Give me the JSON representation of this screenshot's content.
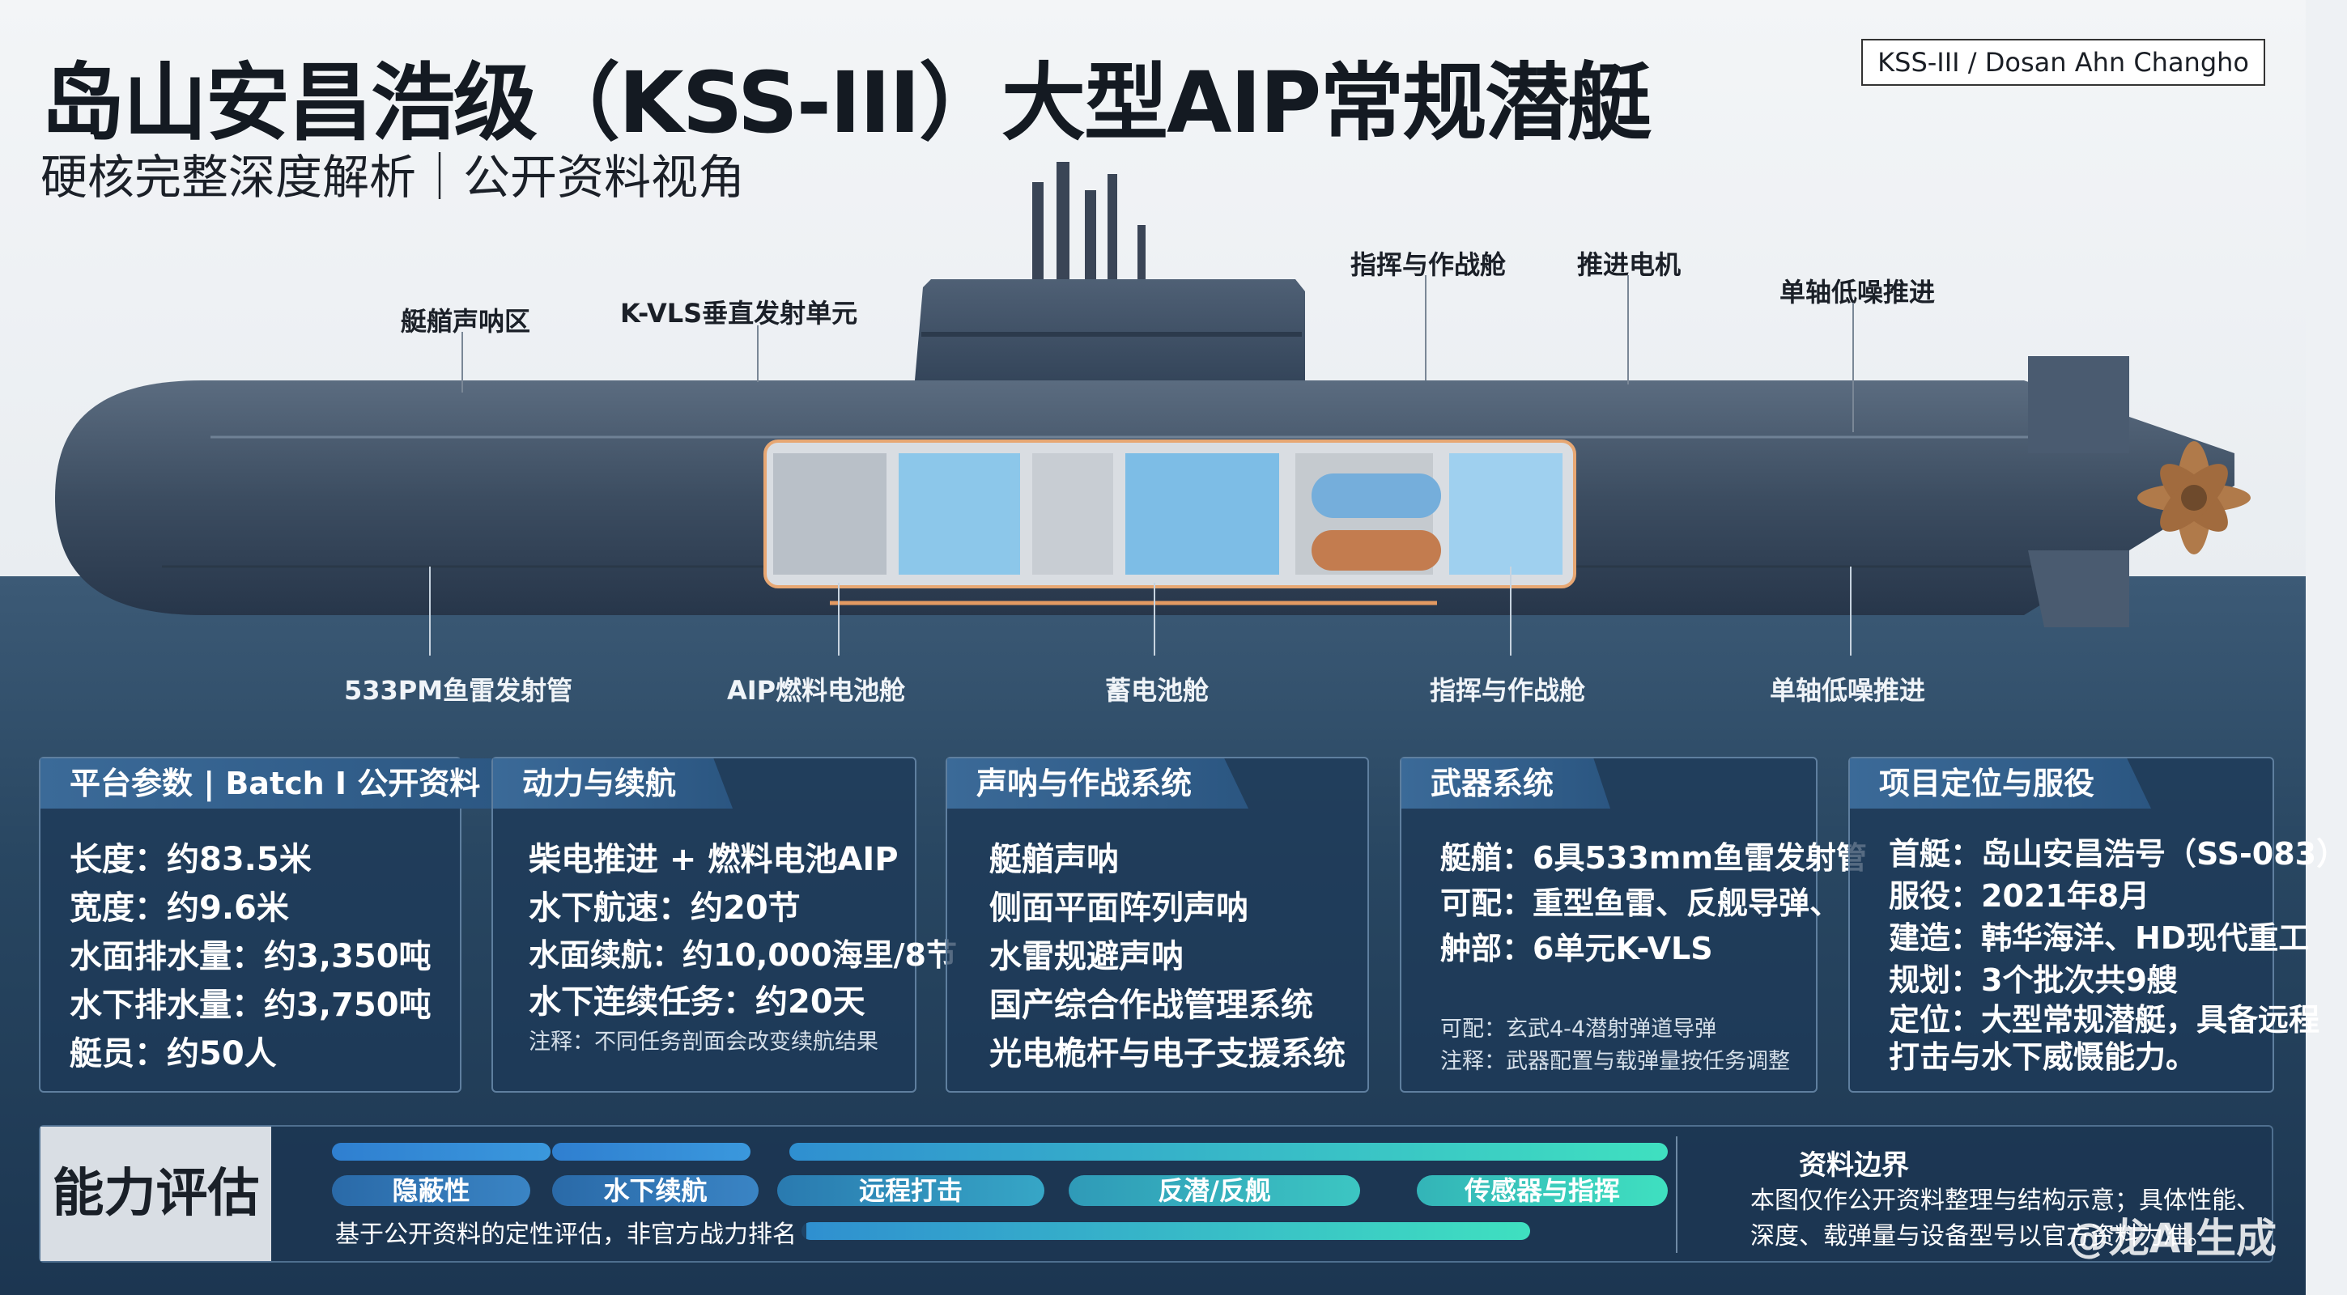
{
  "header": {
    "title": "岛山安昌浩级（KSS-III）大型AIP常规潜艇",
    "subtitle": "硬核完整深度解析｜公开资料视角",
    "badge": "KSS-III / Dosan Ahn Changho"
  },
  "callouts_top": [
    "艇艏声呐区",
    "K-VLS垂直发射单元",
    "指挥与作战舱",
    "推进电机",
    "单轴低噪推进"
  ],
  "callouts_bottom": [
    "533PM鱼雷发射管",
    "AIP燃料电池舱",
    "蓄电池舱",
    "指挥与作战舱",
    "单轴低噪推进"
  ],
  "panels": [
    {
      "title": "平台参数 | Batch I 公开资料",
      "rows": [
        "长度：约83.5米",
        "宽度：约9.6米",
        "水面排水量：约3,350吨",
        "水下排水量：约3,750吨",
        "艇员：约50人"
      ]
    },
    {
      "title": "动力与续航",
      "rows": [
        "柴电推进 + 燃料电池AIP",
        "水下航速：约20节",
        "水面续航：约10,000海里/8节",
        "水下连续任务：约20天"
      ],
      "note": "注释：不同任务剖面会改变续航结果"
    },
    {
      "title": "声呐与作战系统",
      "rows": [
        "艇艏声呐",
        "侧面平面阵列声呐",
        "水雷规避声呐",
        "国产综合作战管理系统",
        "光电桅杆与电子支援系统"
      ]
    },
    {
      "title": "武器系统",
      "rows": [
        "艇艏：6具533mm鱼雷发射管",
        "可配：重型鱼雷、反舰导弹、",
        "舯部：6单元K-VLS"
      ],
      "notes": [
        "可配：玄武4-4潜射弹道导弹",
        "注释：武器配置与载弹量按任务调整"
      ]
    },
    {
      "title": "项目定位与服役",
      "rows": [
        "首艇：岛山安昌浩号（SS-083）",
        "服役：2021年8月",
        "建造：韩华海洋、HD现代重工",
        "规划：3个批次共9艘",
        "定位：大型常规潜艇，具备远程",
        "打击与水下威慑能力。"
      ]
    }
  ],
  "capability": {
    "title": "能力评估",
    "items": [
      "隐蔽性",
      "水下续航",
      "远程打击",
      "反潜/反舰",
      "传感器与指挥"
    ],
    "note": "基于公开资料的定性评估，非官方战力排名",
    "bounds_title": "资料边界",
    "bounds_lines": [
      "本图仅作公开资料整理与结构示意；具体性能、",
      "深度、载弹量与设备型号以官方资料为准。"
    ]
  },
  "watermark": "@龙AI生成",
  "colors": {
    "hull": "#3d4f63",
    "panel_header": "#3b6a98",
    "bar_start": "#2f7fd0",
    "bar_end": "#3fe0c0"
  }
}
